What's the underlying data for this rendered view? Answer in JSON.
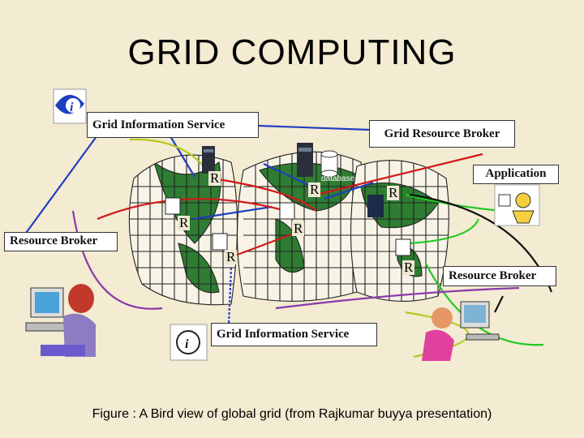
{
  "title": "GRID COMPUTING",
  "boxes": {
    "gis_top": "Grid Information Service",
    "grb": "Grid Resource Broker",
    "application": "Application",
    "rb_left": "Resource Broker",
    "rb_right": "Resource Broker",
    "gis_bottom": "Grid Information Service"
  },
  "resource_label": "R",
  "database_label": "database",
  "caption": "Figure :  A Bird view of global grid (from Rajkumar buyya presentation)",
  "icons": [
    "info-icon",
    "server-tower-icon",
    "database-cylinder-icon",
    "person-at-computer-icon",
    "application-clipart-icon",
    "globe-map-icon"
  ],
  "colors": {
    "background": "#f3ebd2",
    "link_blue": "#1f3fbf",
    "link_red": "#d01818",
    "link_green": "#22c922",
    "link_yellow_green": "#b6c81e",
    "link_purple": "#8a3aa8",
    "link_black": "#111111"
  }
}
